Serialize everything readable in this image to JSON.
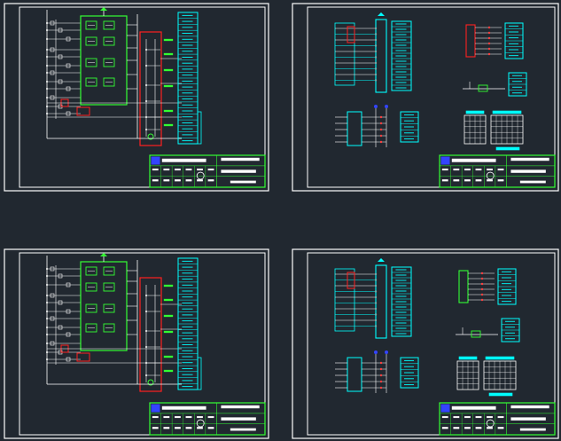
{
  "canvas": {
    "background": "#212830"
  },
  "colors": {
    "border": "#ffffff",
    "wire": "#ffffff",
    "component": "#33ff33",
    "terminal": "#00ffff",
    "highlight": "#ff2020",
    "marker": "#ff4040",
    "titleblock": "#33ff33",
    "logo": "#3344ff"
  },
  "sheets": [
    {
      "id": "sheet-top-left",
      "kind": "schematic"
    },
    {
      "id": "sheet-top-right",
      "kind": "wiring"
    },
    {
      "id": "sheet-bottom-left",
      "kind": "schematic"
    },
    {
      "id": "sheet-bottom-right",
      "kind": "wiring"
    }
  ]
}
